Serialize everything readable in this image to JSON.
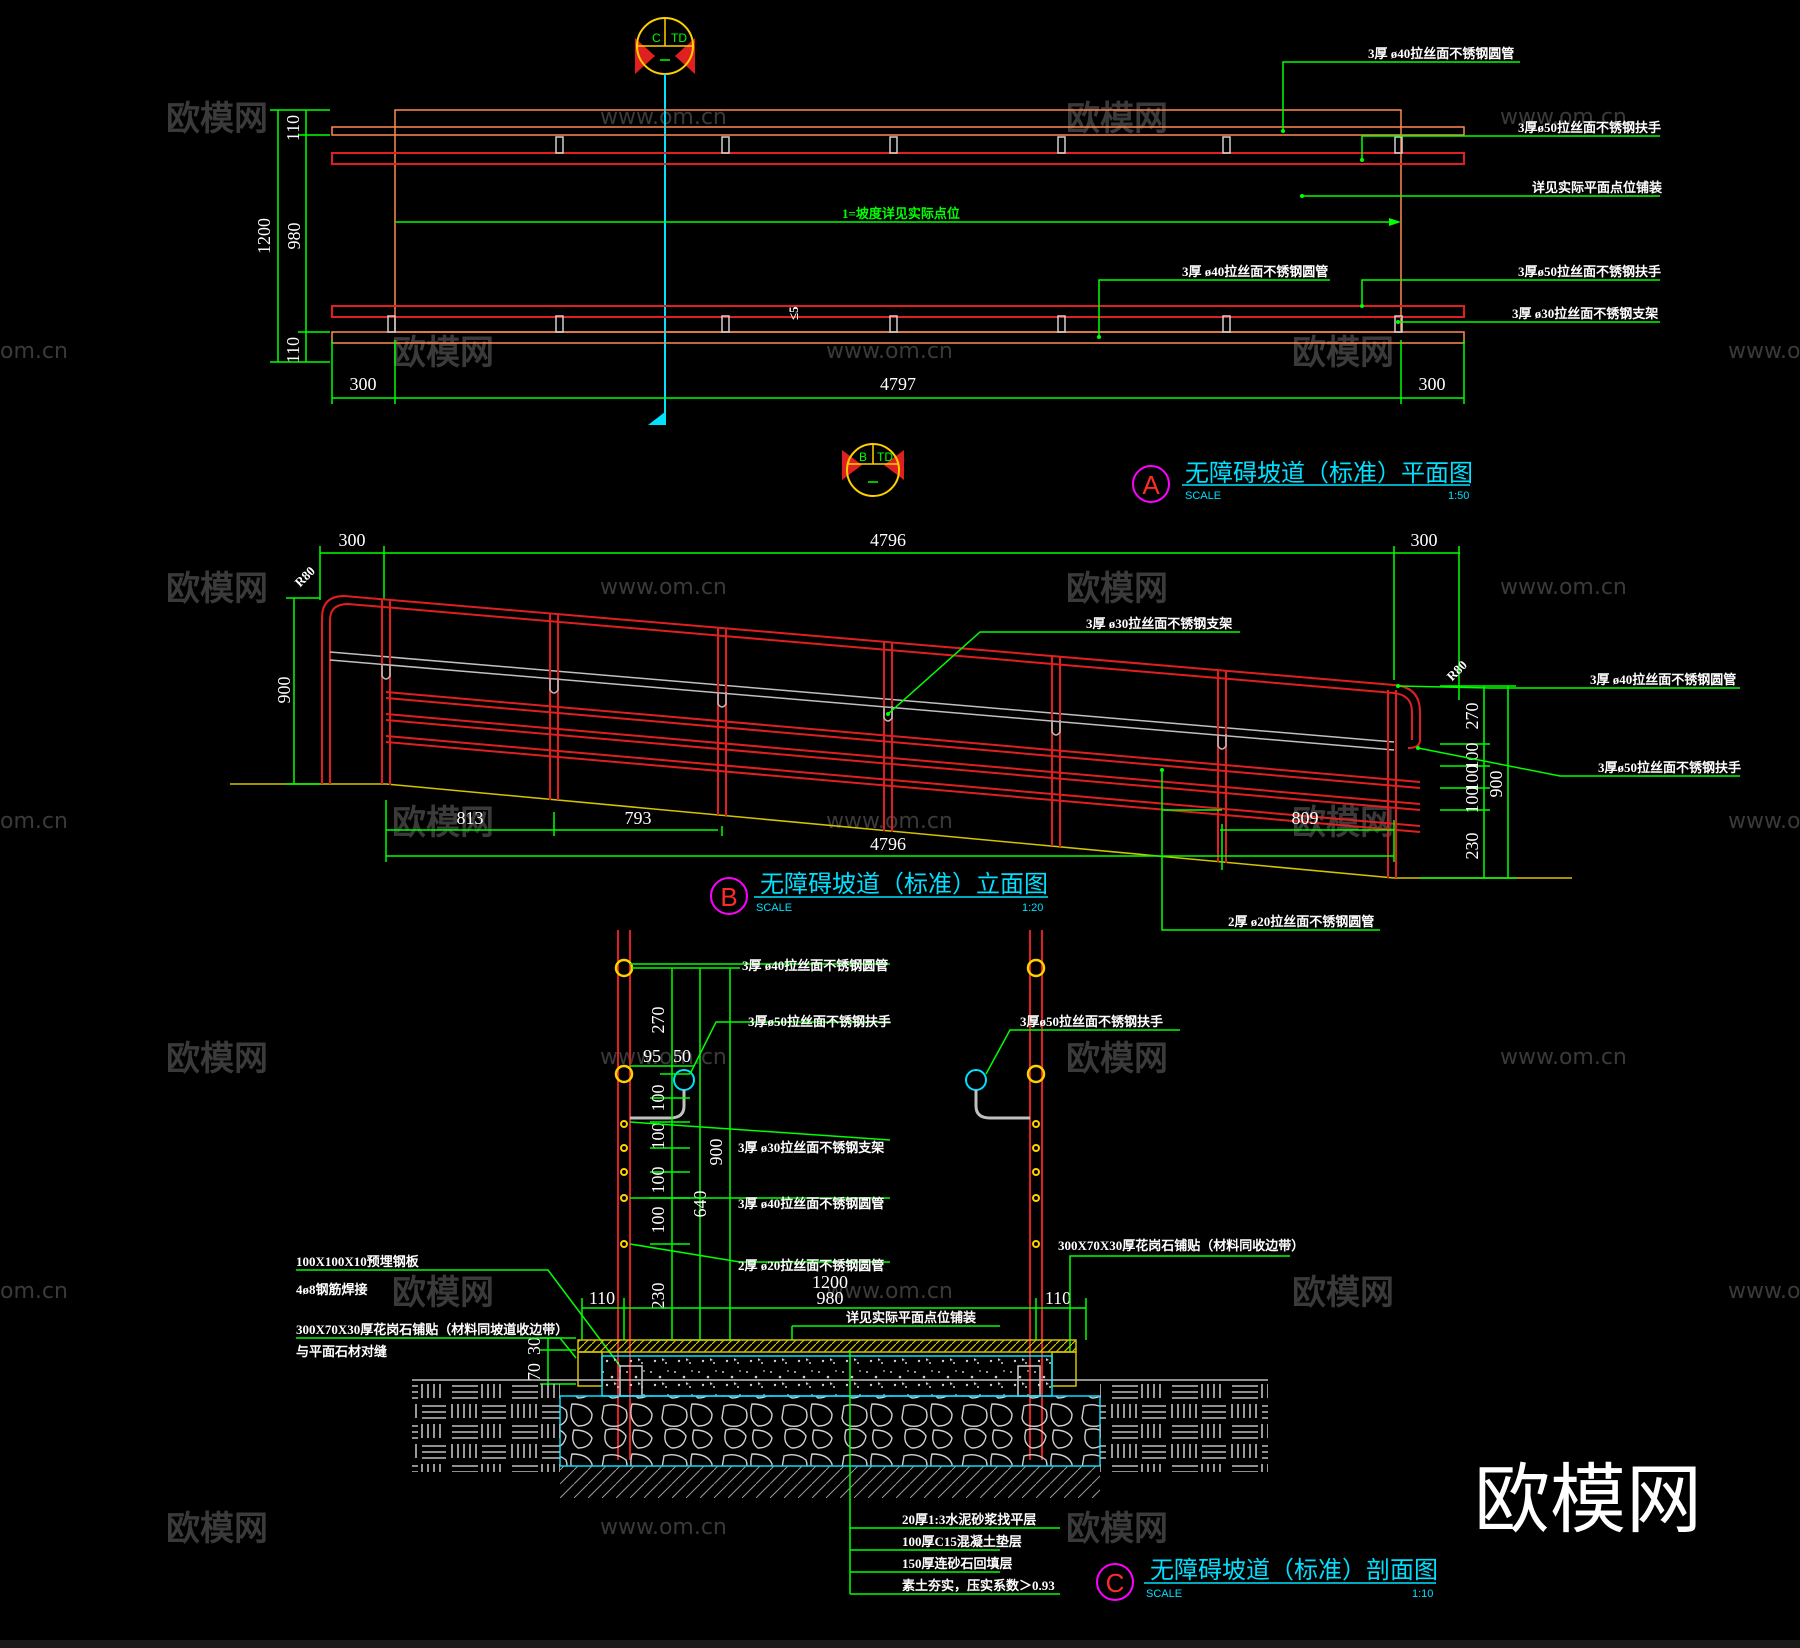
{
  "watermarks": {
    "site_cn": "欧模网",
    "site_url": "www.om.cn",
    "url_cut_left": "om.cn",
    "url_cut_right": "www.om.c",
    "corner_logo": "欧模网"
  },
  "colors": {
    "rail": "#e02020",
    "dimension": "#00ff00",
    "axis": "#00e0ff",
    "title": "#00e0ff",
    "badge": "#ff00ff",
    "post_marker": "#ffd000",
    "outline": "#ff8a50"
  },
  "plan_view": {
    "axis_marker": [
      "C",
      "TD"
    ],
    "dims_left": [
      "110",
      "980",
      "110",
      "1200"
    ],
    "dims_bottom": [
      "300",
      "4797",
      "300"
    ],
    "slope_note": "1=坡度详见实际点位",
    "small_mark": "≤5",
    "labels": [
      "3厚 ø40拉丝面不锈钢圆管",
      "3厚ø50拉丝面不锈钢扶手",
      "详见实际平面点位铺装",
      "3厚 ø40拉丝面不锈钢圆管",
      "3厚ø50拉丝面不锈钢扶手",
      "3厚 ø30拉丝面不锈钢支架"
    ],
    "title_letter": "A",
    "title": "无障碍坡道（标准）平面图",
    "scale_label": "SCALE",
    "scale_value": "1:50"
  },
  "elevation_view": {
    "axis_marker": [
      "B",
      "TD"
    ],
    "dims_top": [
      "300",
      "4796",
      "300"
    ],
    "dims_bottom": [
      "813",
      "793",
      "809",
      "4796"
    ],
    "dims_left": [
      "900"
    ],
    "dims_right": [
      "270",
      "100",
      "100",
      "100",
      "230",
      "900"
    ],
    "radius_left": "R80",
    "radius_right": "R80",
    "labels": [
      "3厚 ø30拉丝面不锈钢支架",
      "3厚 ø40拉丝面不锈钢圆管",
      "3厚ø50拉丝面不锈钢扶手",
      "2厚 ø20拉丝面不锈钢圆管"
    ],
    "title_letter": "B",
    "title": "无障碍坡道（标准）立面图",
    "scale_label": "SCALE",
    "scale_value": "1:20"
  },
  "section_view": {
    "dims": [
      "270",
      "95",
      "50",
      "100",
      "100",
      "100",
      "100",
      "900",
      "640",
      "230",
      "1200",
      "110",
      "980",
      "110",
      "70",
      "30"
    ],
    "labels_right": [
      "3厚 ø40拉丝面不锈钢圆管",
      "3厚ø50拉丝面不锈钢扶手",
      "3厚 ø30拉丝面不锈钢支架",
      "3厚 ø40拉丝面不锈钢圆管",
      "2厚 ø20拉丝面不锈钢圆管"
    ],
    "label_right_handrail": "3厚ø50拉丝面不锈钢扶手",
    "label_right_stone": "300X70X30厚花岗石铺贴（材料同收边带）",
    "labels_left": [
      "100X100X10预埋钢板",
      "4ø8钢筋焊接",
      "300X70X30厚花岗石铺贴（材料同坡道收边带）",
      "与平面石材对缝"
    ],
    "label_paving": "详见实际平面点位铺装",
    "layers": [
      "20厚1:3水泥砂浆找平层",
      "100厚C15混凝土垫层",
      "150厚连砂石回填层",
      "素土夯实，压实系数＞0.93"
    ],
    "title_letter": "C",
    "title": "无障碍坡道（标准）剖面图",
    "scale_label": "SCALE",
    "scale_value": "1:10"
  }
}
